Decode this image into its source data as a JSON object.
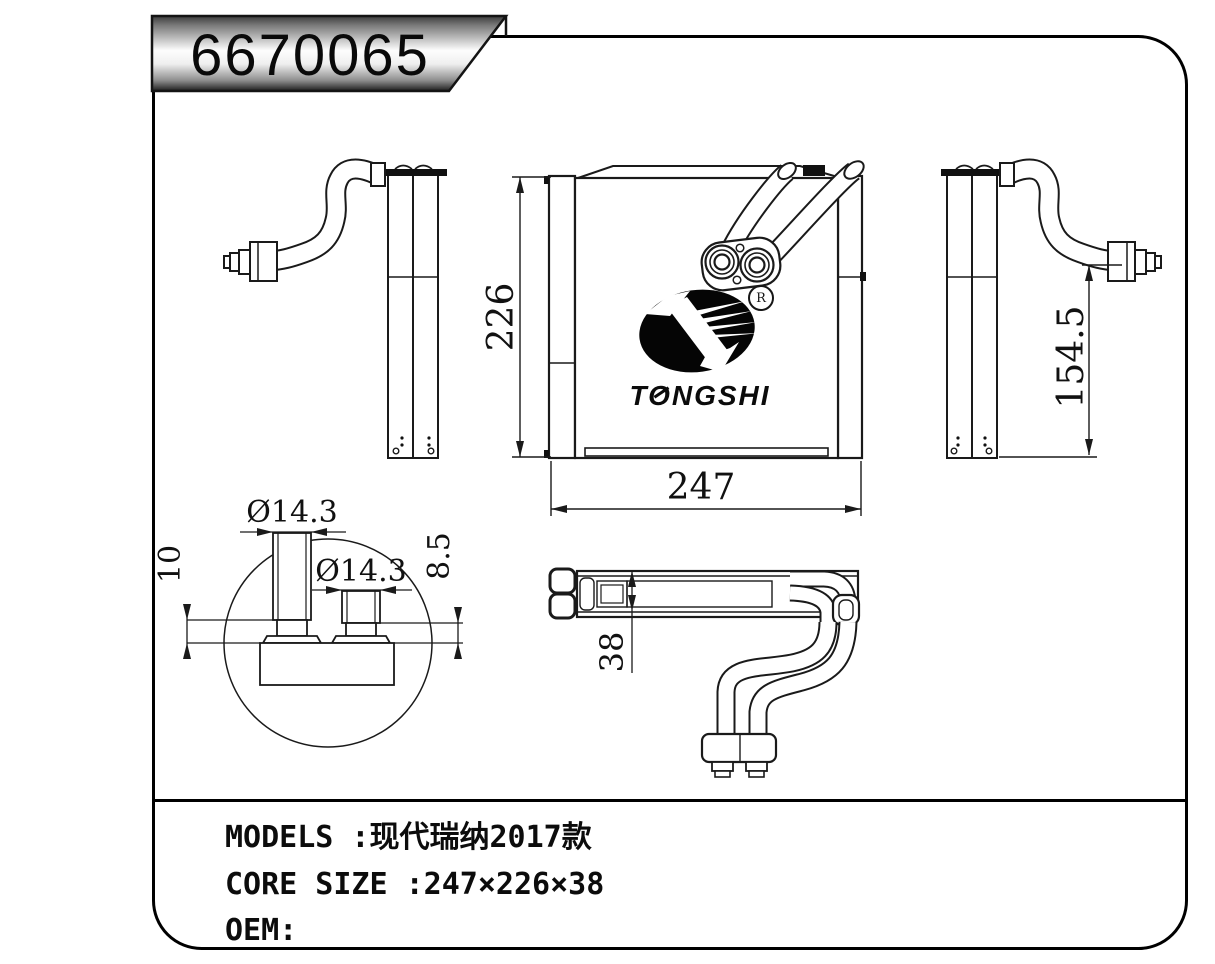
{
  "header": {
    "part_number": "6670065"
  },
  "logo": {
    "wordmark": "TONGSHI",
    "registered_mark": "R"
  },
  "dims": {
    "front_height": "226",
    "front_width": "247",
    "pipe_height": "154.5",
    "core_thickness": "38",
    "detail_pipe1_dia": "Ø14.3",
    "detail_pipe2_dia": "Ø14.3",
    "detail_stub_left": "10",
    "detail_stub_right": "8.5"
  },
  "info": {
    "lines": [
      "MODELS :现代瑞纳2017款",
      "CORE SIZE :247×226×38",
      "OEM:"
    ]
  }
}
